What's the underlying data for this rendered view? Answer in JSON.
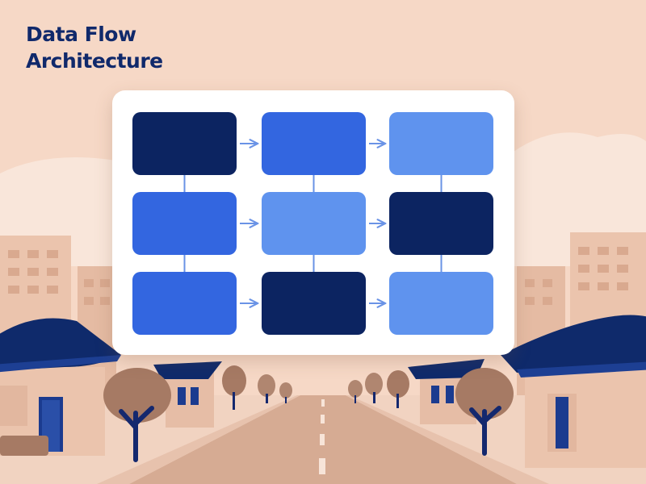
{
  "title": {
    "line1": "Data Flow",
    "line2": "Architecture"
  },
  "colors": {
    "sky": "#f6d8c6",
    "cloud": "#f9e6da",
    "building_far": "#ebc4ad",
    "building_near": "#e0b49a",
    "road": "#d6ab93",
    "road_edge": "#f1d3c1",
    "roof": "#0f2a6b",
    "tree": "#a67a64",
    "trunk": "#14286e",
    "title_text": "#10296b",
    "card_bg": "#ffffff",
    "connector": "#6a93e6",
    "node_navy": "#0c2461",
    "node_blue": "#3366e0",
    "node_light": "#5f93ee"
  },
  "diagram": {
    "rows": [
      [
        "navy",
        "blue",
        "light"
      ],
      [
        "blue",
        "light",
        "navy"
      ],
      [
        "blue",
        "navy",
        "light"
      ]
    ]
  }
}
